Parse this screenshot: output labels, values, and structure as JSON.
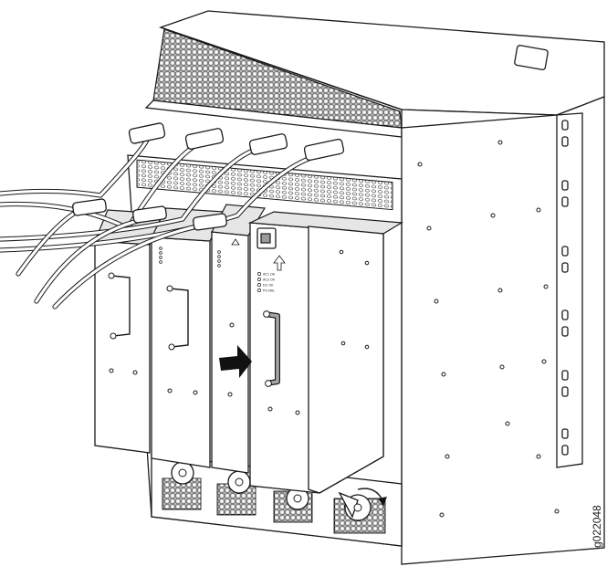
{
  "figure": {
    "id_label": "g022048"
  },
  "power_supply_led_labels": [
    "AC1 OK",
    "AC2 OK",
    "DC OK",
    "PS FAIL"
  ],
  "colors": {
    "line": "#1a1a1a",
    "chassis_fill": "#ffffff",
    "shade_fill": "#e6e6e6",
    "arrow_fill": "#111111",
    "handle_fill": "#a6a6a6"
  },
  "icons": [
    "insert-direction-arrow-icon",
    "rotate-direction-arrow-icon",
    "up-arrow-icon"
  ]
}
